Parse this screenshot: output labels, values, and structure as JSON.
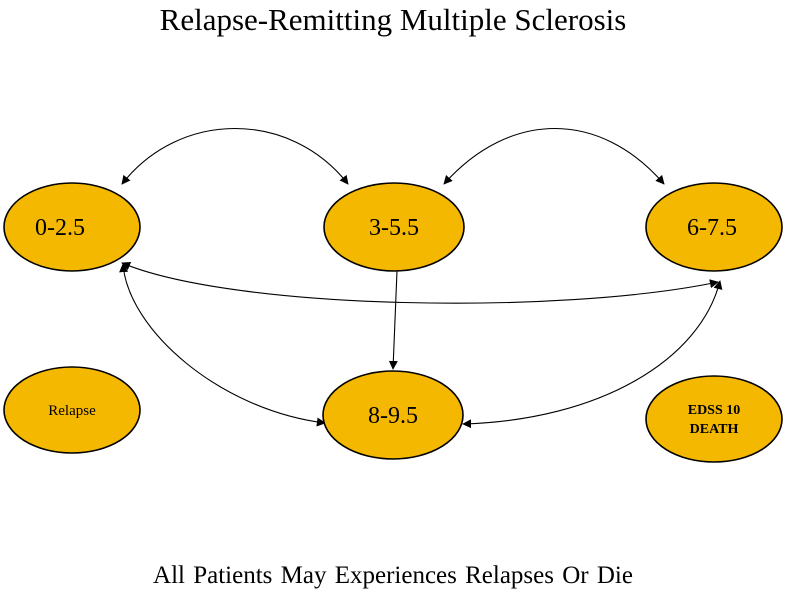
{
  "title": "Relapse-Remitting Multiple Sclerosis",
  "footer": "All Patients May Experiences Relapses Or Die",
  "nodes": {
    "n1": {
      "label": "0-2.5"
    },
    "n2": {
      "label": "3-5.5"
    },
    "n3": {
      "label": "6-7.5"
    },
    "n4": {
      "label": "8-9.5"
    },
    "relapse": {
      "label": "Relapse"
    },
    "death": {
      "line1": "EDSS 10",
      "line2": "DEATH"
    }
  },
  "colors": {
    "node_fill": "#f5b800",
    "stroke": "#000000"
  },
  "edges": [
    {
      "from": "0-2.5",
      "to": "3-5.5",
      "direction": "both"
    },
    {
      "from": "3-5.5",
      "to": "6-7.5",
      "direction": "both"
    },
    {
      "from": "0-2.5",
      "to": "6-7.5",
      "direction": "both"
    },
    {
      "from": "3-5.5",
      "to": "8-9.5",
      "direction": "forward"
    },
    {
      "from": "0-2.5",
      "to": "8-9.5",
      "direction": "both"
    },
    {
      "from": "6-7.5",
      "to": "8-9.5",
      "direction": "both"
    }
  ]
}
